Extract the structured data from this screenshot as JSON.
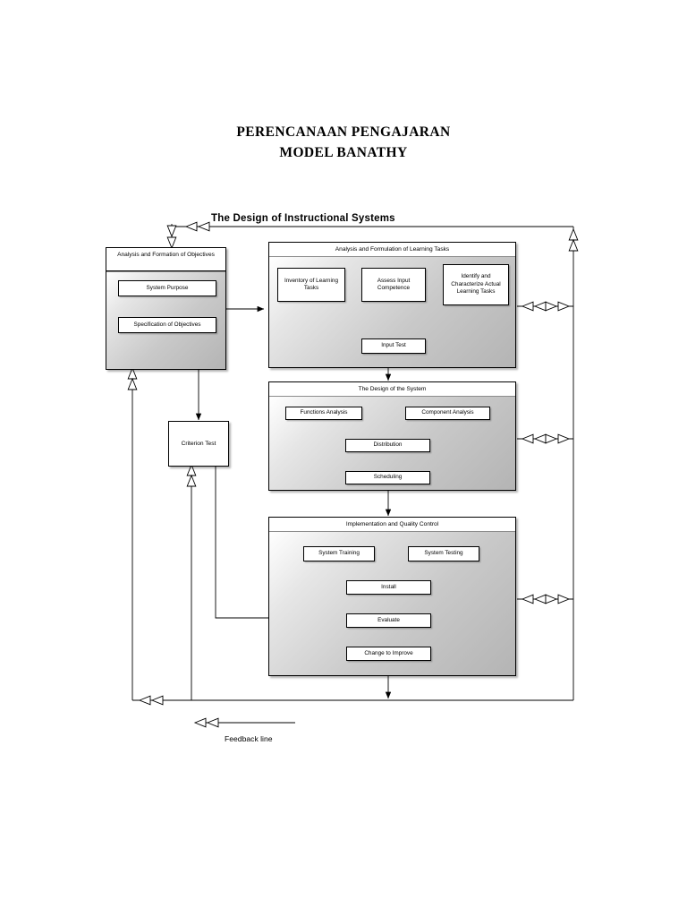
{
  "document": {
    "title_line1": "PERENCANAAN PENGAJARAN",
    "title_line2": "MODEL BANATHY"
  },
  "diagram": {
    "heading": "The Design of Instructional Systems",
    "legend": {
      "label": "Feedback line",
      "marker": "double-chevron-left"
    },
    "criterion_test": "Criterion Test",
    "panels": [
      {
        "id": "objectives",
        "header": "Analysis and Formation of Objectives",
        "nodes": [
          "System Purpose",
          "Specification of Objectives"
        ]
      },
      {
        "id": "learning-tasks",
        "header": "Analysis and Formulation of Learning Tasks",
        "nodes": [
          "Inventory of Learning Tasks",
          "Assess Input Competence",
          "Identify and Characterize Actual Learning Tasks",
          "Input Test"
        ]
      },
      {
        "id": "design-system",
        "header": "The Design of the System",
        "nodes": [
          "Functions Analysis",
          "Component Analysis",
          "Distribution",
          "Scheduling"
        ]
      },
      {
        "id": "implementation",
        "header": "Implementation and Quality Control",
        "nodes": [
          "System Training",
          "System Testing",
          "Install",
          "Evaluate",
          "Change to Improve"
        ]
      }
    ],
    "colors": {
      "line": "#000000",
      "panel_fill_light": "#ffffff",
      "panel_fill_dark": "#b4b4b4",
      "box_fill": "#ffffff"
    }
  }
}
